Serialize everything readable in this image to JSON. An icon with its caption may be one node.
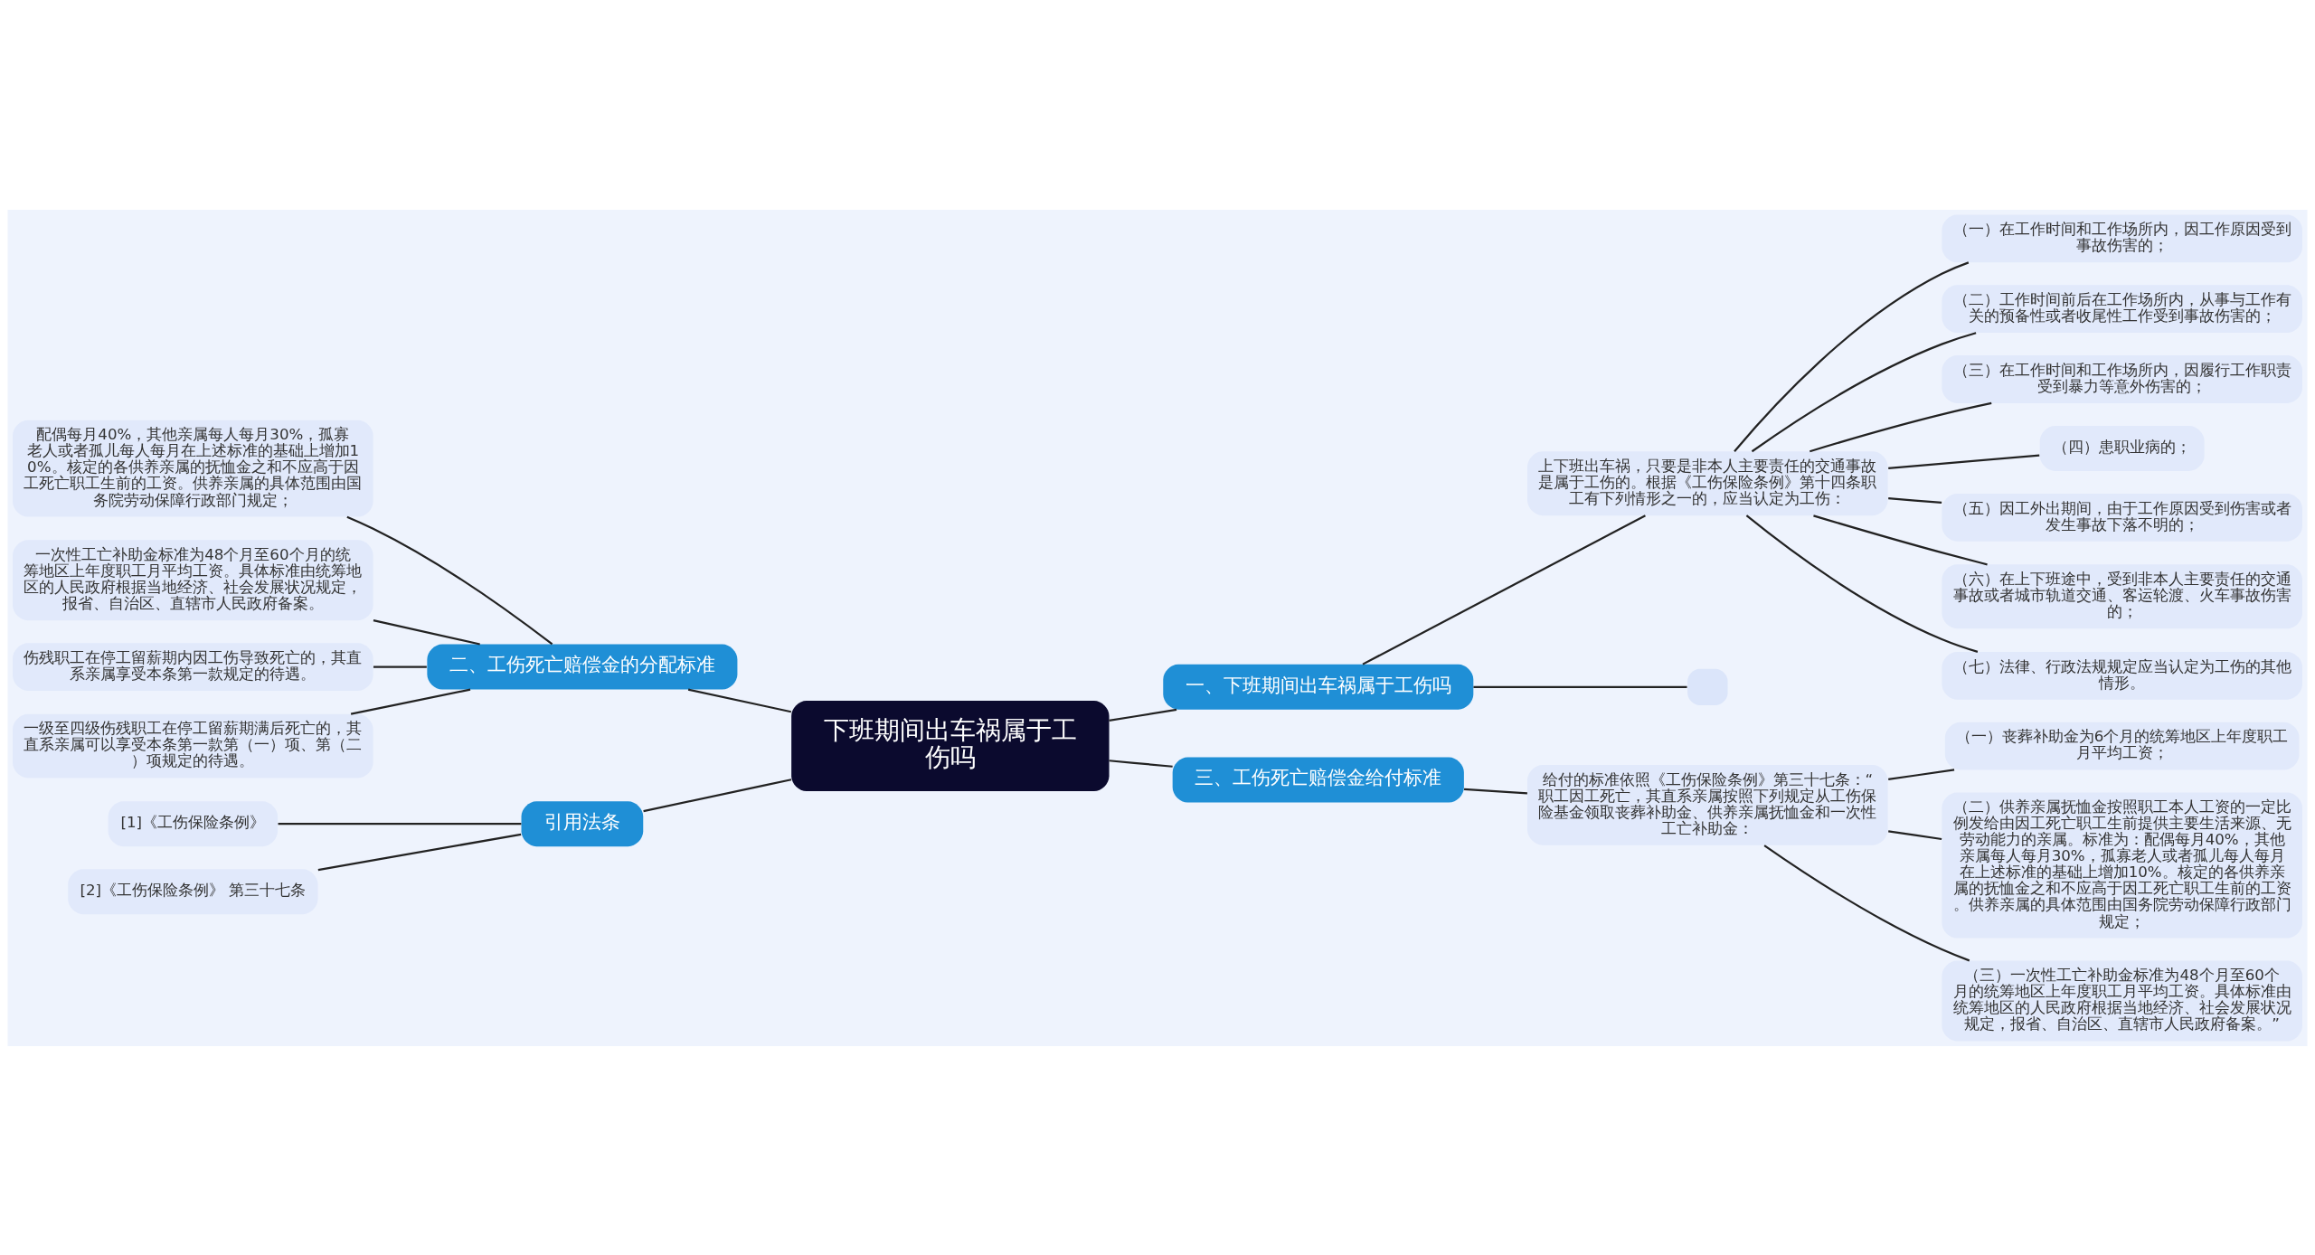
{
  "diagram": {
    "nodes": [
      {
        "text": [
          "下班期间出车祸属于工伤吗"
        ]
      },
      {
        "text": [
          "一、下班期间出车祸属于工伤吗"
        ]
      },
      {
        "text": [
          "上下班出车祸，只要是非本人主要责任的交通事故是属于工伤的。根据《工伤保险条例》第十四条职工有下列情形之一的，应当认定为工伤："
        ]
      },
      {
        "text": [
          "（一）在工作时间和工作场所内，因工作原因受到事故伤害的；"
        ]
      },
      {
        "text": [
          "（二）工作时间前后在工作场所内，从事与工作有关的预备性或者收尾性工作受到事故伤害的；"
        ]
      },
      {
        "text": [
          "（三）在工作时间和工作场所内，因履行工作职责受到暴力等意外伤害的；"
        ]
      },
      {
        "text": [
          "（四）患职业病的；"
        ]
      },
      {
        "text": [
          "（五）因工外出期间，由于工作原因受到伤害或者发生事故下落不明的；"
        ]
      },
      {
        "text": [
          "（六）在上下班途中，受到非本人主要责任的交通事故或者城市轨道交通、客运轮渡、火车事故伤害的；"
        ]
      },
      {
        "text": [
          "（七）法律、行政法规规定应当认定为工伤的其他情形。"
        ]
      },
      {
        "text": [],
        "shape": "box"
      },
      {
        "text": [
          "二、工伤死亡赔偿金的分配标准"
        ]
      },
      {
        "text": [
          "配偶每月40%，其他亲属每人每月30%，孤寡老人或者孤儿每人每月在上述标准的基础上增加10%。核定的各供养亲属的抚恤金之和不应高于因工死亡职工生前的工资。供养亲属的具体范围由国务院劳动保障行政部门规定；"
        ]
      },
      {
        "text": [
          "一次性工亡补助金标准为48个月至60个月的统筹地区上年度职工月平均工资。具体标准由统筹地区的人民政府根据当地经济、社会发展状况规定，报省、自治区、直辖市人民政府备案。"
        ]
      },
      {
        "text": [
          "伤残职工在停工留薪期内因工伤导致死亡的，其直系亲属享受本条第一款规定的待遇。"
        ]
      },
      {
        "text": [
          "一级至四级伤残职工在停工留薪期满后死亡的，其直系亲属可以享受本条第一款第（一）项、第（二）项规定的待遇。"
        ]
      },
      {
        "text": [
          "引用法条"
        ]
      },
      {
        "text": [
          "[1]《工伤保险条例》"
        ]
      },
      {
        "text": [
          "[2]《工伤保险条例》 第三十七条"
        ]
      },
      {
        "text": [
          "三、工伤死亡赔偿金给付标准"
        ]
      },
      {
        "text": [
          "给付的标准依照《工伤保险条例》第三十七条：“职工因工死亡，其直系亲属按照下列规定从工伤保险基金领取丧葬补助金、供养亲属抚恤金和一次性工亡补助金："
        ]
      },
      {
        "text": [
          "（一）丧葬补助金为6个月的统筹地区上年度职工月平均工资；"
        ]
      },
      {
        "text": [
          "（二）供养亲属抚恤金按照职工本人工资的一定比例发给由因工死亡职工生前提供主要生活来源、无劳动能力的亲属。标准为：配偶每月40%，其他亲属每人每月30%，孤寡老人或者孤儿每人每月在上述标准的基础上增加10%。核定的各供养亲属的抚恤金之和不应高于因工死亡职工生前的工资。供养亲属的具体范围由国务院劳动保障行政部门规定；"
        ]
      },
      {
        "text": [
          "（三）一次性工亡补助金标准为48个月至60个月的统筹地区上年度职工月平均工资。具体标准由统筹地区的人民政府根据当地经济、社会发展状况规定，报省、自治区、直辖市人民政府备案。”"
        ]
      }
    ],
    "edges": [
      {
        "from": 0,
        "to": 1,
        "arrow": "none"
      },
      {
        "from": 1,
        "to": 2,
        "arrow": "none"
      },
      {
        "from": 1,
        "to": 10,
        "arrow": "none"
      },
      {
        "from": 2,
        "to": 3,
        "arrow": "none"
      },
      {
        "from": 2,
        "to": 4,
        "arrow": "none"
      },
      {
        "from": 2,
        "to": 5,
        "arrow": "none"
      },
      {
        "from": 2,
        "to": 6,
        "arrow": "none"
      },
      {
        "from": 2,
        "to": 7,
        "arrow": "none"
      },
      {
        "from": 2,
        "to": 8,
        "arrow": "none"
      },
      {
        "from": 2,
        "to": 9,
        "arrow": "none"
      },
      {
        "from": 0,
        "to": 11,
        "arrow": "none"
      },
      {
        "from": 11,
        "to": 12,
        "arrow": "none"
      },
      {
        "from": 11,
        "to": 13,
        "arrow": "none"
      },
      {
        "from": 11,
        "to": 14,
        "arrow": "none"
      },
      {
        "from": 11,
        "to": 15,
        "arrow": "none"
      },
      {
        "from": 0,
        "to": 16,
        "arrow": "none"
      },
      {
        "from": 16,
        "to": 17,
        "arrow": "none"
      },
      {
        "from": 16,
        "to": 18,
        "arrow": "none"
      },
      {
        "from": 0,
        "to": 19,
        "arrow": "none"
      },
      {
        "from": 19,
        "to": 20,
        "arrow": "none"
      },
      {
        "from": 20,
        "to": 21,
        "arrow": "none"
      },
      {
        "from": 20,
        "to": 22,
        "arrow": "none"
      },
      {
        "from": 20,
        "to": 23,
        "arrow": "none"
      }
    ]
  }
}
